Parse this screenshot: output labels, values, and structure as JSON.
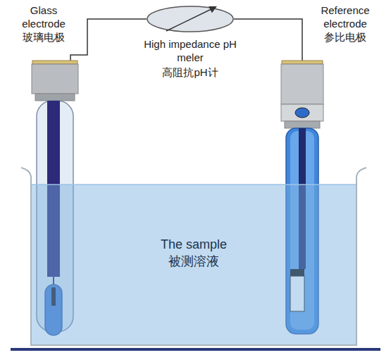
{
  "diagram": {
    "nodes": [
      {
        "text": [
          "Glass electrode",
          "玻璃电极"
        ]
      },
      {
        "text": [
          "High impedance pH meler",
          "高阻抗pH计"
        ]
      },
      {
        "text": [
          "Reference electrode",
          "参比电极"
        ]
      },
      {
        "text": [
          "The sample",
          "被测溶液"
        ]
      }
    ],
    "edges": [
      {
        "from": 0,
        "to": 1,
        "arrow": "none"
      },
      {
        "from": 1,
        "to": 2,
        "arrow": "none"
      }
    ]
  }
}
